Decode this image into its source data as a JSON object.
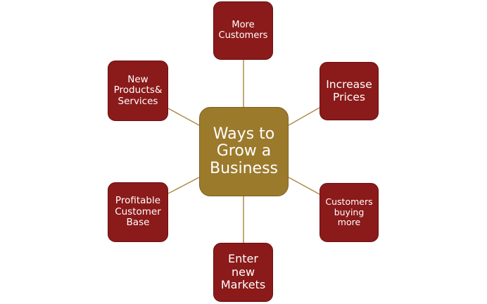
{
  "diagram": {
    "center": {
      "label": "Ways to\nGrow a\nBusiness",
      "color": "#9c7a2c"
    },
    "node_color": "#8b1a1a",
    "connector_color": "#b08a4a",
    "nodes": [
      {
        "id": "top",
        "label": "More\nCustomers"
      },
      {
        "id": "top-right",
        "label": "Increase\nPrices"
      },
      {
        "id": "bottom-right",
        "label": "Customers\nbuying\nmore"
      },
      {
        "id": "bottom",
        "label": "Enter\nnew\nMarkets"
      },
      {
        "id": "bottom-left",
        "label": "Profitable\nCustomer\nBase"
      },
      {
        "id": "top-left",
        "label": "New\nProducts&\nServices"
      }
    ]
  }
}
